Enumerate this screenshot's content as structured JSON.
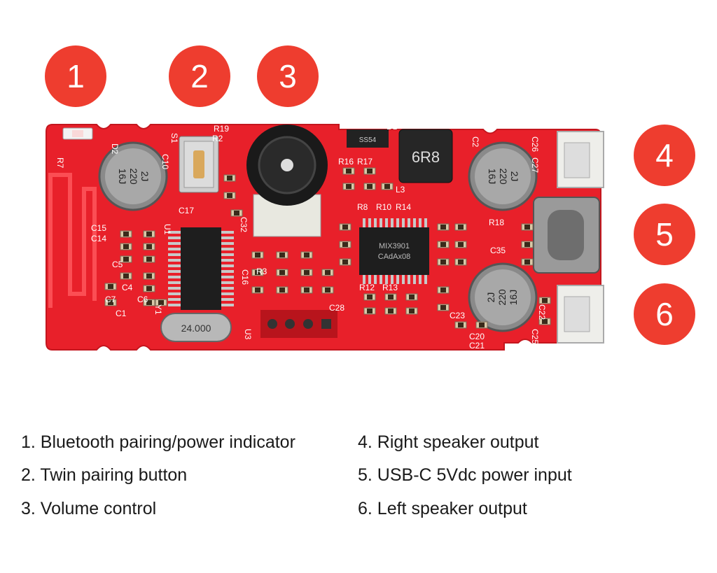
{
  "colors": {
    "badge": "#ee3d2f",
    "pcb": "#e8202a",
    "pcb_dark": "#b8141c",
    "silkscreen": "#ffffff",
    "text": "#1a1a1a"
  },
  "badges": [
    "1",
    "2",
    "3",
    "4",
    "5",
    "6"
  ],
  "legend": {
    "left": [
      "1. Bluetooth pairing/power indicator",
      "2. Twin pairing button",
      "3. Volume control"
    ],
    "right": [
      "4. Right speaker output",
      "5. USB-C 5Vdc power input",
      "6. Left speaker output"
    ]
  },
  "board": {
    "chip_marking_line1": "MIX3901",
    "chip_marking_line2": "CAdAx08",
    "crystal_label": "24.000",
    "inductor_marking": "6R8",
    "diode_marking": "SS54",
    "capacitor_marking_line1": "2J",
    "capacitor_marking_line2": "220",
    "capacitor_marking_line3": "16J",
    "silk_labels": [
      "D2",
      "R7",
      "S1",
      "C10",
      "R19",
      "R2",
      "D1",
      "C2",
      "C26",
      "C27",
      "C17",
      "U1",
      "C15",
      "C14",
      "C5",
      "C4",
      "C7",
      "C6",
      "Y1",
      "C1",
      "C16",
      "R3",
      "C28",
      "U3",
      "R16",
      "R17",
      "L3",
      "R8",
      "R10",
      "R14",
      "R12",
      "R13",
      "R18",
      "C35",
      "C20",
      "C21",
      "C25",
      "C22",
      "C23",
      "C32"
    ]
  }
}
